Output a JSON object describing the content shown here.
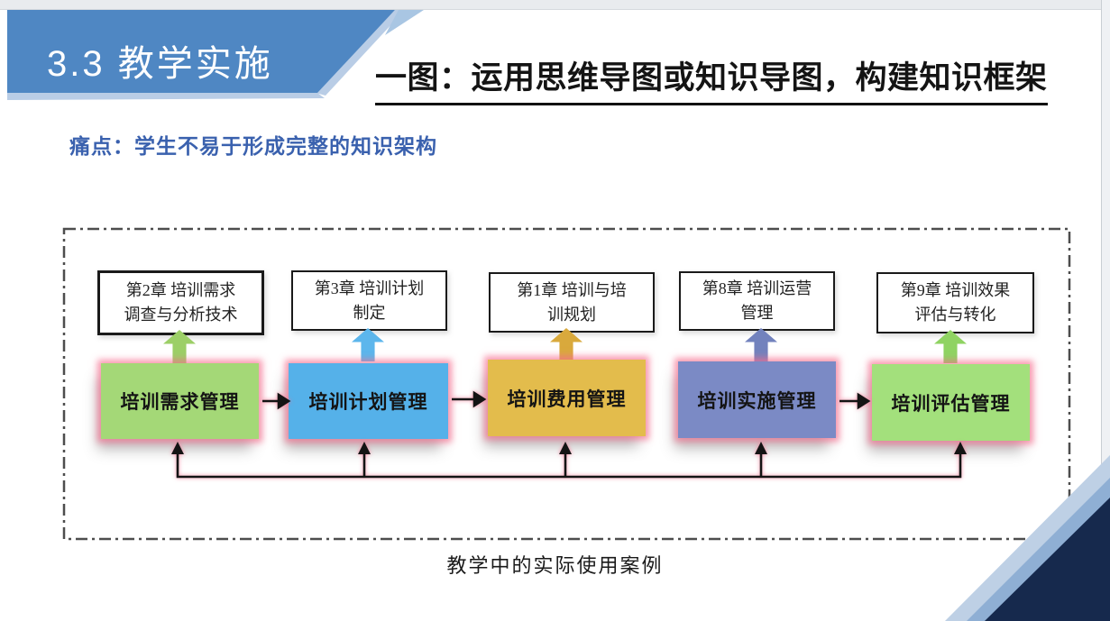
{
  "slide": {
    "section_title": "3.3 教学实施",
    "main_title": "一图：运用思维导图或知识导图，构建知识框架",
    "pain_point": "痛点：学生不易于形成完整的知识架构",
    "caption": "教学中的实际使用案例"
  },
  "colors": {
    "banner_blue": "#4f87c3",
    "banner_bevel": "#b9cde6",
    "banner_tail": "#a9c6e3",
    "pain_point_blue": "#3a61ae",
    "frame_dash": "#4d4d4d",
    "glow_pink": "#f66e8e",
    "corner_light": "#bed0e5",
    "corner_mid": "#8fafd4",
    "corner_navy": "#16294d"
  },
  "diagram": {
    "chapters": [
      {
        "label": "第2章 培训需求\n调查与分析技术"
      },
      {
        "label": "第3章 培训计划\n制定"
      },
      {
        "label": "第1章 培训与培\n训规划"
      },
      {
        "label": "第8章 培训运营\n管理"
      },
      {
        "label": "第9章 培训效果\n评估与转化"
      }
    ],
    "modules": [
      {
        "label": "培训需求管理",
        "color": "#a4d877",
        "arrow_color": "#9ccf67"
      },
      {
        "label": "培训计划管理",
        "color": "#55b1e9",
        "arrow_color": "#5cb6ec"
      },
      {
        "label": "培训费用管理",
        "color": "#e3bc4c",
        "arrow_color": "#d9a93c"
      },
      {
        "label": "培训实施管理",
        "color": "#7b8ac5",
        "arrow_color": "#7282bd"
      },
      {
        "label": "培训评估管理",
        "color": "#a3e07c",
        "arrow_color": "#8fd362"
      }
    ]
  }
}
